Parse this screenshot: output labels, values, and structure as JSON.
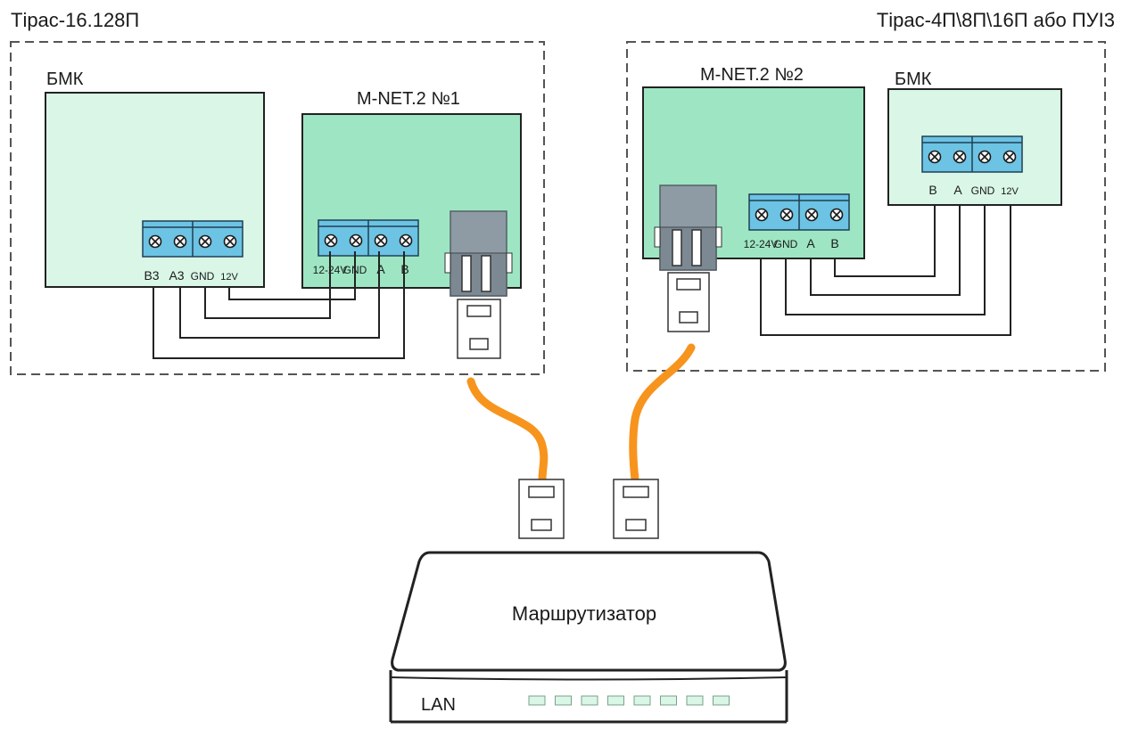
{
  "colors": {
    "board_fill": "#9ee6c3",
    "bmk_fill": "#d9f6e6",
    "terminal_fill": "#6cc3e3",
    "cable": "#f7941d",
    "jack": "#8e9aa4",
    "led_fill": "#d9f6e6"
  },
  "panel_left": {
    "title": "Тірас-16.128П",
    "bmk": {
      "label": "БМК",
      "terminals": [
        "B3",
        "A3",
        "GND",
        "12V"
      ]
    },
    "mnet": {
      "label": "M-NET.2 №1",
      "terminals": [
        "12-24V",
        "GND",
        "A",
        "B"
      ]
    }
  },
  "panel_right": {
    "title": "Тірас-4П\\8П\\16П або ПУІ3",
    "mnet": {
      "label": "M-NET.2 №2",
      "terminals": [
        "12-24V",
        "GND",
        "A",
        "B"
      ]
    },
    "bmk": {
      "label": "БМК",
      "terminals": [
        "B",
        "A",
        "GND",
        "12V"
      ]
    }
  },
  "router": {
    "label": "Маршрутизатор",
    "ports_label": "LAN",
    "port_count": 8,
    "port_icon": "lan-port-icon"
  },
  "icons": {
    "ethernet_jack": "rj45-jack-icon",
    "ethernet_plug": "rj45-plug-icon",
    "terminal_screw": "screw-terminal-icon"
  }
}
